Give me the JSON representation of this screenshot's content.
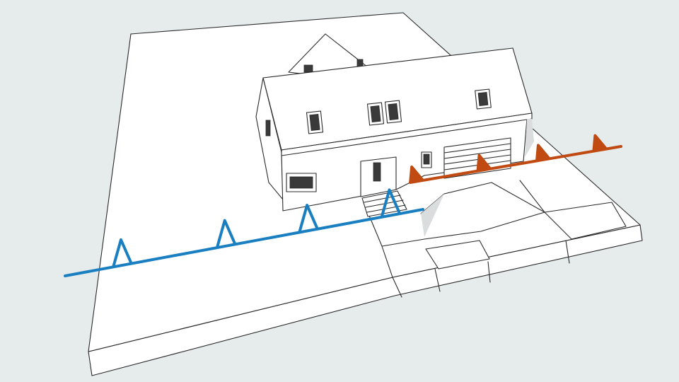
{
  "scene": {
    "background_color": "#e6ebeb",
    "model_fill": "#ffffff",
    "outline_color": "#2a2a2a"
  },
  "section_lines": [
    {
      "id": "section-a",
      "color": "#1a7fc1",
      "marker_count": 4,
      "marker_direction": "up"
    },
    {
      "id": "section-b",
      "color": "#c04a12",
      "marker_count": 4,
      "marker_direction": "right"
    }
  ]
}
